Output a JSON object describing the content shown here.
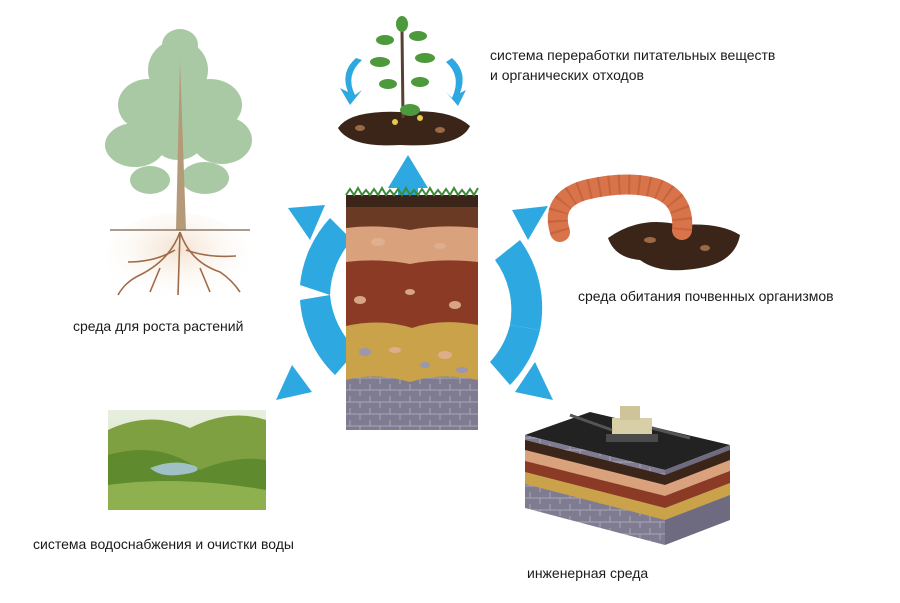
{
  "labels": {
    "nutrient_system_line1": "система переработки питательных веществ",
    "nutrient_system_line2": "и органических отходов",
    "organism_habitat": "среда обитания почвенных организмов",
    "plant_growth": "среда для роста растений",
    "water_system": "система водоснабжения и очистки воды",
    "engineering": "инженерная среда"
  },
  "colors": {
    "arrow": "#2ea8e0",
    "soil_dark": "#3b2418",
    "soil_topsoil": "#6b3a24",
    "soil_sand": "#d9a27c",
    "soil_red": "#8b3a26",
    "soil_clay": "#a0522d",
    "soil_yellow": "#c9a24a",
    "bedrock": "#7d7a8f",
    "tree_leaves": "#a9c9a4",
    "worm": "#d9734a"
  }
}
